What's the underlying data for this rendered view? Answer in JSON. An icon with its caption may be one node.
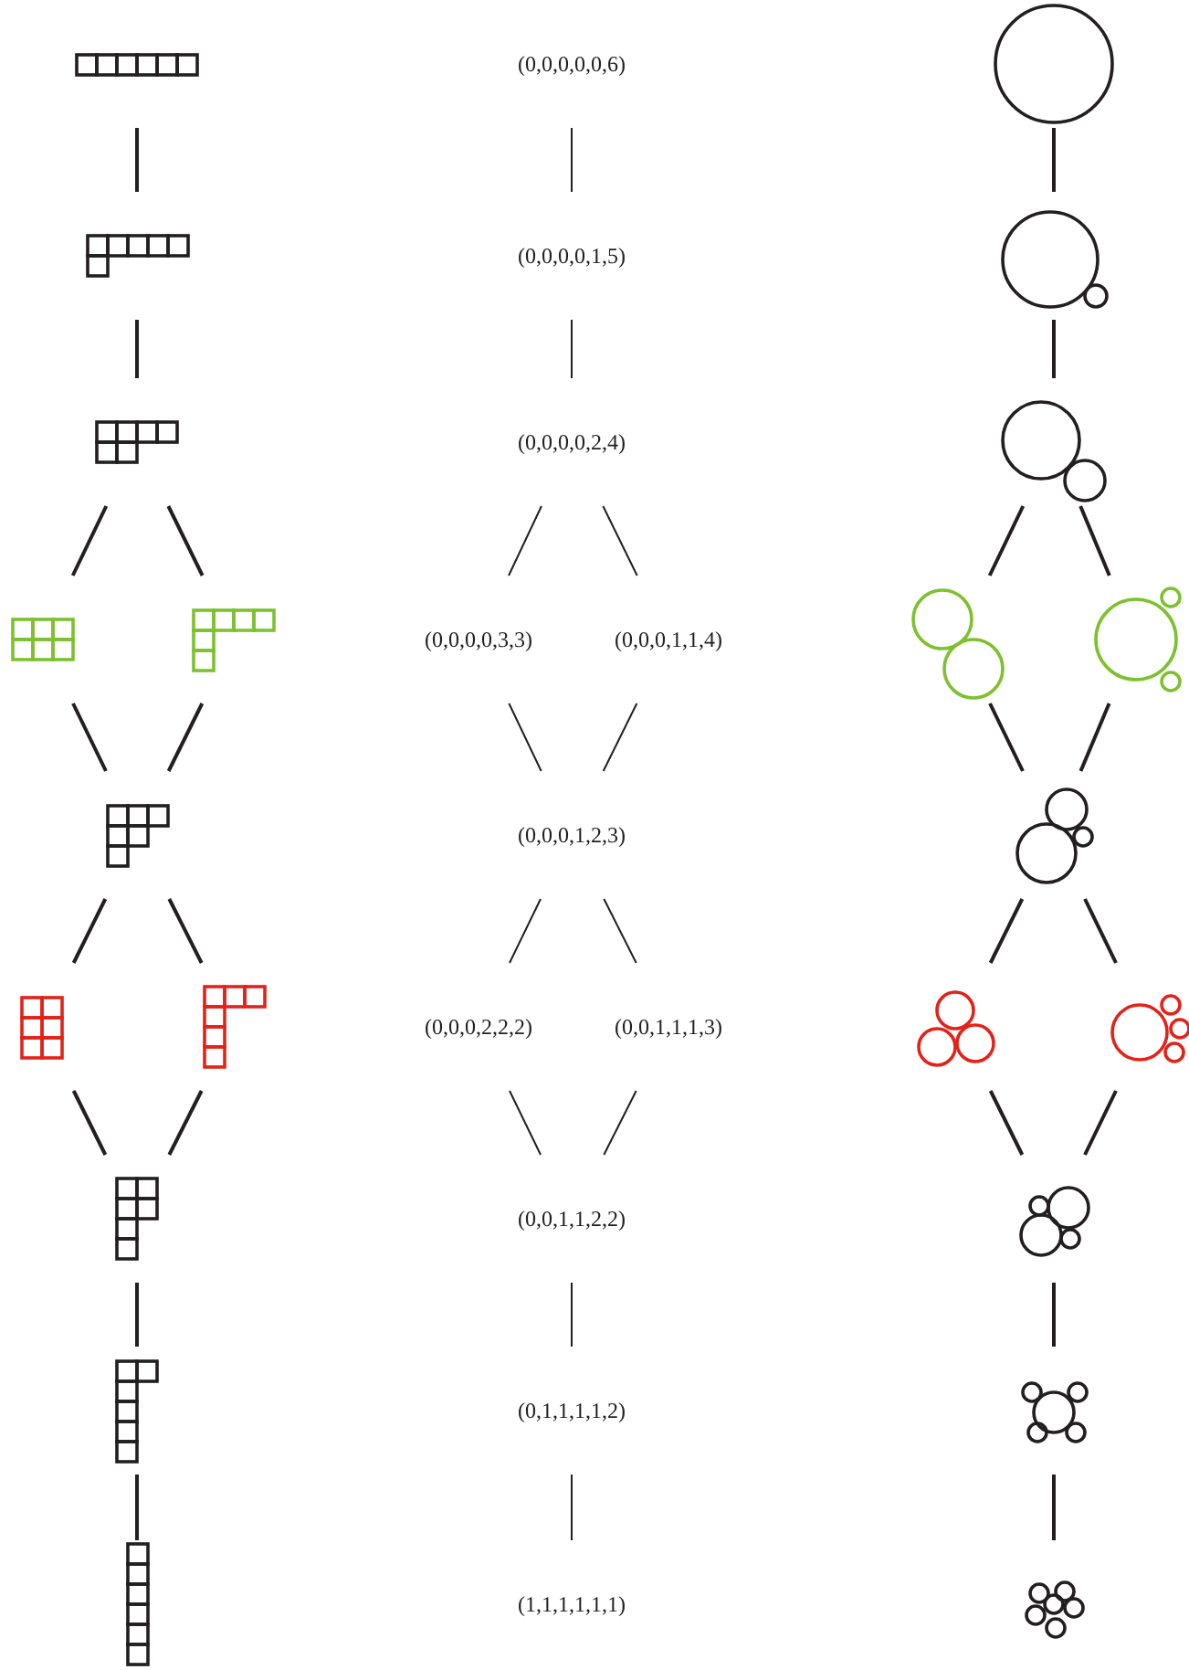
{
  "diagram": {
    "nodes": [
      {
        "text": [],
        "shape": "grid"
      },
      {
        "text": [
          "(0,0,0,0,0,6)"
        ]
      },
      {
        "text": [],
        "shape": "circle"
      },
      {
        "text": [],
        "shape": "grid"
      },
      {
        "text": [
          "(0,0,0,0,1,5)"
        ]
      },
      {
        "text": [],
        "shape": "circle"
      },
      {
        "text": [],
        "shape": "grid"
      },
      {
        "text": [
          "(0,0,0,0,2,4)"
        ]
      },
      {
        "text": [],
        "shape": "circle"
      },
      {
        "text": [],
        "shape": "grid"
      },
      {
        "text": [],
        "shape": "grid"
      },
      {
        "text": [
          "(0,0,0,0,3,3)"
        ]
      },
      {
        "text": [
          "(0,0,0,1,1,4)"
        ]
      },
      {
        "text": [],
        "shape": "circle"
      },
      {
        "text": [],
        "shape": "circle"
      },
      {
        "text": [],
        "shape": "grid"
      },
      {
        "text": [
          "(0,0,0,1,2,3)"
        ]
      },
      {
        "text": [],
        "shape": "circle"
      },
      {
        "text": [],
        "shape": "grid"
      },
      {
        "text": [],
        "shape": "grid"
      },
      {
        "text": [
          "(0,0,0,2,2,2)"
        ]
      },
      {
        "text": [
          "(0,0,1,1,1,3)"
        ]
      },
      {
        "text": [],
        "shape": "circle"
      },
      {
        "text": [],
        "shape": "circle"
      },
      {
        "text": [],
        "shape": "grid"
      },
      {
        "text": [
          "(0,0,1,1,2,2)"
        ]
      },
      {
        "text": [],
        "shape": "circle"
      },
      {
        "text": [],
        "shape": "grid"
      },
      {
        "text": [
          "(0,1,1,1,1,2)"
        ]
      },
      {
        "text": [],
        "shape": "circle"
      },
      {
        "text": [],
        "shape": "grid"
      },
      {
        "text": [
          "(1,1,1,1,1,1)"
        ]
      },
      {
        "text": [],
        "shape": "circle"
      }
    ],
    "edges": [
      {
        "from": 0,
        "to": 3,
        "arrow": "none"
      },
      {
        "from": 3,
        "to": 6,
        "arrow": "none"
      },
      {
        "from": 6,
        "to": 9,
        "arrow": "none"
      },
      {
        "from": 6,
        "to": 10,
        "arrow": "none"
      },
      {
        "from": 9,
        "to": 15,
        "arrow": "none"
      },
      {
        "from": 10,
        "to": 15,
        "arrow": "none"
      },
      {
        "from": 15,
        "to": 18,
        "arrow": "none"
      },
      {
        "from": 15,
        "to": 19,
        "arrow": "none"
      },
      {
        "from": 18,
        "to": 24,
        "arrow": "none"
      },
      {
        "from": 19,
        "to": 24,
        "arrow": "none"
      },
      {
        "from": 24,
        "to": 27,
        "arrow": "none"
      },
      {
        "from": 27,
        "to": 30,
        "arrow": "none"
      },
      {
        "from": 1,
        "to": 4,
        "arrow": "none"
      },
      {
        "from": 4,
        "to": 7,
        "arrow": "none"
      },
      {
        "from": 7,
        "to": 11,
        "arrow": "none"
      },
      {
        "from": 7,
        "to": 12,
        "arrow": "none"
      },
      {
        "from": 11,
        "to": 16,
        "arrow": "none"
      },
      {
        "from": 12,
        "to": 16,
        "arrow": "none"
      },
      {
        "from": 16,
        "to": 20,
        "arrow": "none"
      },
      {
        "from": 16,
        "to": 21,
        "arrow": "none"
      },
      {
        "from": 20,
        "to": 25,
        "arrow": "none"
      },
      {
        "from": 21,
        "to": 25,
        "arrow": "none"
      },
      {
        "from": 25,
        "to": 28,
        "arrow": "none"
      },
      {
        "from": 28,
        "to": 31,
        "arrow": "none"
      },
      {
        "from": 2,
        "to": 5,
        "arrow": "none"
      },
      {
        "from": 5,
        "to": 8,
        "arrow": "none"
      },
      {
        "from": 8,
        "to": 13,
        "arrow": "none"
      },
      {
        "from": 8,
        "to": 14,
        "arrow": "none"
      },
      {
        "from": 13,
        "to": 17,
        "arrow": "none"
      },
      {
        "from": 14,
        "to": 17,
        "arrow": "none"
      },
      {
        "from": 17,
        "to": 22,
        "arrow": "none"
      },
      {
        "from": 17,
        "to": 23,
        "arrow": "none"
      },
      {
        "from": 22,
        "to": 26,
        "arrow": "none"
      },
      {
        "from": 23,
        "to": 26,
        "arrow": "none"
      },
      {
        "from": 26,
        "to": 29,
        "arrow": "none"
      },
      {
        "from": 29,
        "to": 32,
        "arrow": "none"
      }
    ]
  }
}
